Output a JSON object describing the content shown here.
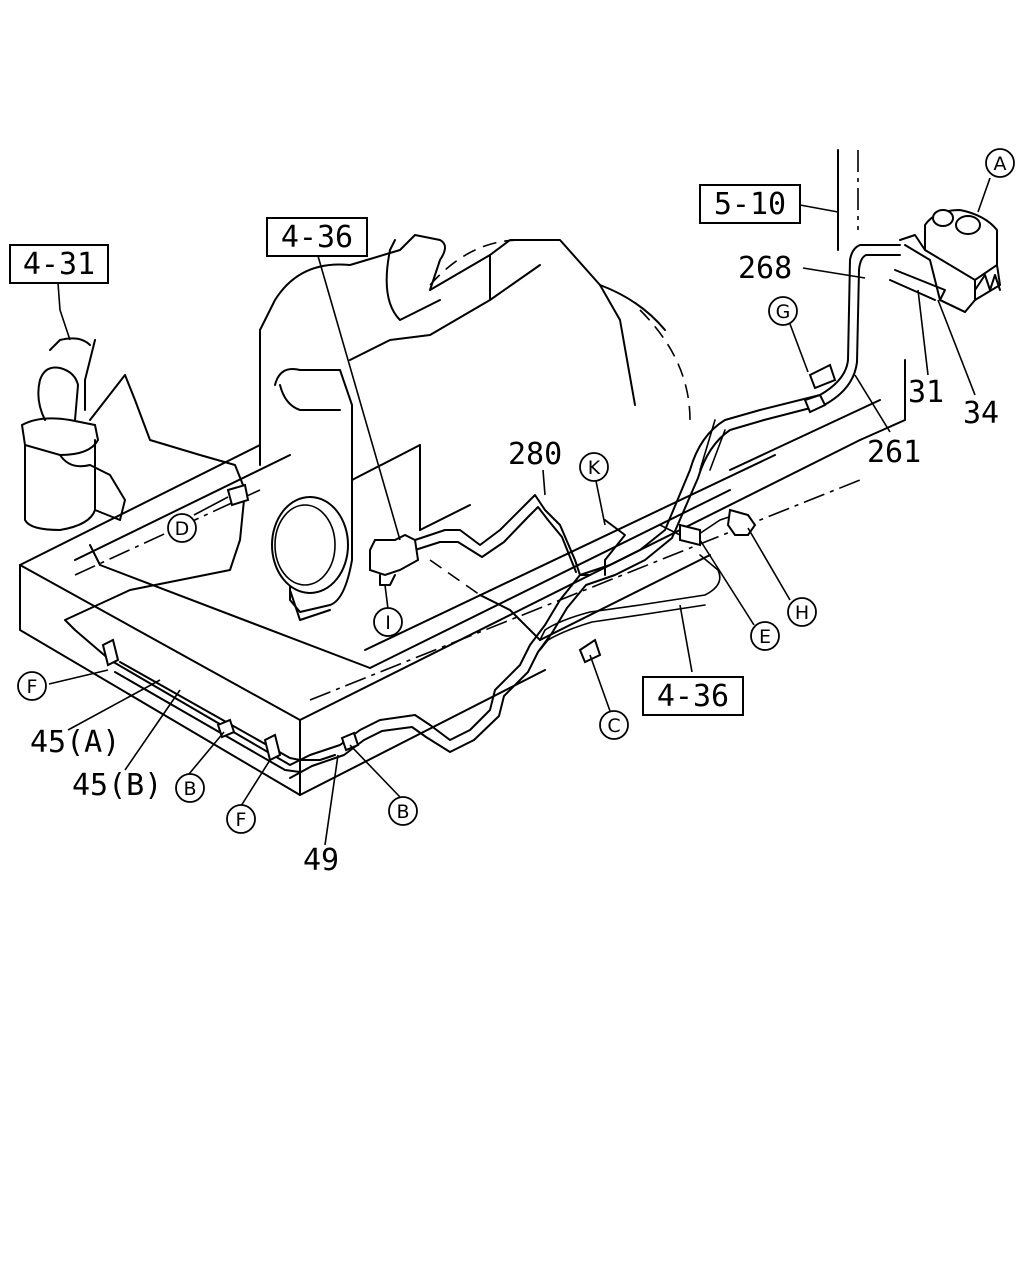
{
  "ref_boxes": [
    "4-31",
    "4-36",
    "5-10",
    "4-36"
  ],
  "part_numbers": [
    "268",
    "31",
    "34",
    "261",
    "280",
    "45(A)",
    "45(B)",
    "49"
  ],
  "circle_labels": [
    "A",
    "G",
    "K",
    "D",
    "I",
    "E",
    "H",
    "F",
    "B",
    "C",
    "B",
    "F"
  ]
}
